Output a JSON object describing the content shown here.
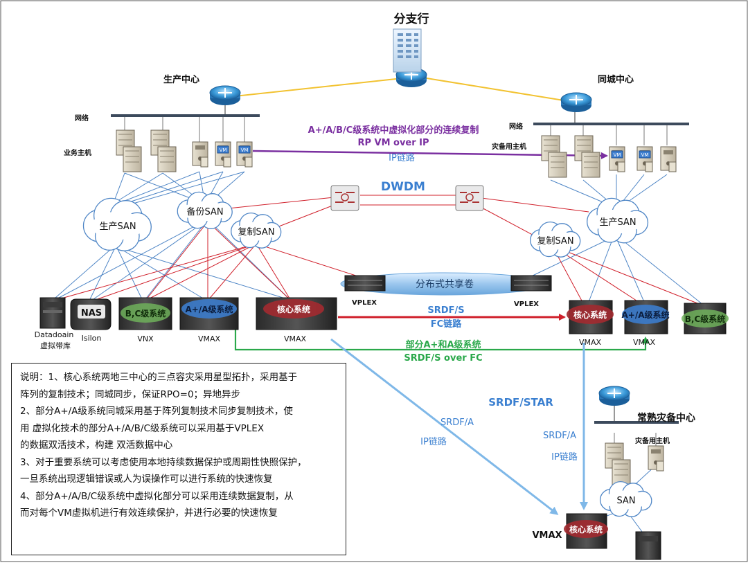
{
  "sites": {
    "branch": "分支行",
    "production": "生产中心",
    "samecity": "同城中心",
    "warm_dr": "常熟灾备中心"
  },
  "labels": {
    "network": "网络",
    "business_hosts": "业务主机",
    "dr_hosts": "灾备用主机",
    "vm": "VM",
    "dwdm": "DWDM",
    "distributed_volume": "分布式共享卷",
    "vplex": "VPLEX",
    "rp_title": "A+/A/B/C级系统中虚拟化部分的连续复制",
    "rp_sub": "RP VM over IP",
    "ip_link": "IP链路",
    "srdf_s": "SRDF/S",
    "fc_link": "FC链路",
    "partial_sync": "部分A+和A级系统",
    "srdf_s_fc": "SRDF/S over FC",
    "srdf_star": "SRDF/STAR",
    "srdf_a": "SRDF/A"
  },
  "clouds": {
    "prod_san": "生产SAN",
    "backup_san": "备份SAN",
    "repl_san": "复制SAN",
    "repl_san2": "复制SAN",
    "sc_prod_san": "生产SAN",
    "san": "SAN"
  },
  "storage": {
    "datadomain": "Datadoain",
    "datadomain_sub": "虚拟带库",
    "nas": "NAS",
    "isilon": "Isilon",
    "bc": "B,C级系统",
    "vnx": "VNX",
    "aa": "A+/A级系统",
    "vmax": "VMAX",
    "core": "核心系统"
  },
  "notes": [
    "说明：1、核心系统两地三中心的三点容灾采用星型拓扑，采用基于",
    "阵列的复制技术；同城同步，保证RPO=0；异地异步",
    "2、部分A+/A级系统同城采用基于阵列复制技术同步复制技术，使",
    "用        虚拟化技术的部分A+/A/B/C级系统可以采用基于VPLEX",
    "的数据双活技术，构建                    双活数据中心",
    "3、对于重要系统可以考虑使用本地持续数据保护或周期性快照保护，",
    "一旦系统出现逻辑错误或人为误操作可以进行系统的快速恢复",
    "4、部分A+/A/B/C级系统中虚拟化部分可以采用连续数据复制，从",
    "而对每个VM虚拟机进行有效连续保护，并进行必要的快速恢复"
  ],
  "colors": {
    "wan": "#f2c230",
    "san_blue": "#4f86c6",
    "red_link": "#d01f2a",
    "green_link": "#2aa84a",
    "light_blue_link": "#7fb8e8",
    "purple": "#7a2fa0",
    "label_blue": "#3a7fd0"
  }
}
